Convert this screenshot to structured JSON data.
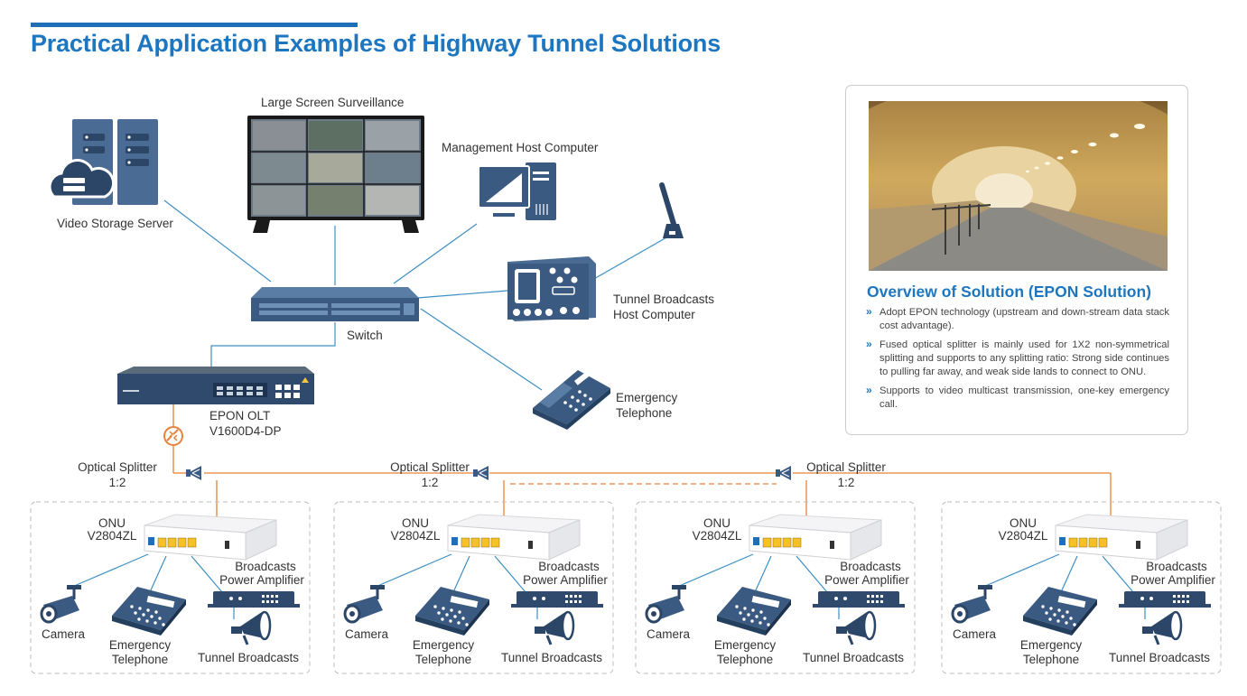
{
  "page": {
    "title": "Practical Application Examples of Highway Tunnel Solutions"
  },
  "devices": {
    "video_storage_server": "Video Storage Server",
    "large_screen": "Large Screen Surveillance",
    "management_host": "Management Host Computer",
    "switch": "Switch",
    "tunnel_broadcasts_host": [
      "Tunnel Broadcasts",
      "Host Computer"
    ],
    "emergency_telephone": [
      "Emergency",
      "Telephone"
    ],
    "olt": [
      "EPON OLT",
      "V1600D4-DP"
    ]
  },
  "splitters": [
    {
      "label": "Optical Splitter",
      "ratio": "1:2"
    },
    {
      "label": "Optical Splitter",
      "ratio": "1:2"
    },
    {
      "label": "Optical Splitter",
      "ratio": "1:2"
    }
  ],
  "onu_groups": [
    {
      "onu": [
        "ONU",
        "V2804ZL"
      ],
      "amp": [
        "Broadcasts",
        "Power Amplifier"
      ],
      "camera": "Camera",
      "phone": [
        "Emergency",
        "Telephone"
      ],
      "speaker": "Tunnel Broadcasts"
    },
    {
      "onu": [
        "ONU",
        "V2804ZL"
      ],
      "amp": [
        "Broadcasts",
        "Power Amplifier"
      ],
      "camera": "Camera",
      "phone": [
        "Emergency",
        "Telephone"
      ],
      "speaker": "Tunnel Broadcasts"
    },
    {
      "onu": [
        "ONU",
        "V2804ZL"
      ],
      "amp": [
        "Broadcasts",
        "Power Amplifier"
      ],
      "camera": "Camera",
      "phone": [
        "Emergency",
        "Telephone"
      ],
      "speaker": "Tunnel Broadcasts"
    },
    {
      "onu": [
        "ONU",
        "V2804ZL"
      ],
      "amp": [
        "Broadcasts",
        "Power Amplifier"
      ],
      "camera": "Camera",
      "phone": [
        "Emergency",
        "Telephone"
      ],
      "speaker": "Tunnel Broadcasts"
    }
  ],
  "overview": {
    "title": "Overview of Solution (EPON Solution)",
    "bullets": [
      "Adopt EPON technology (upstream and down-stream data stack cost advantage).",
      "Fused optical splitter is mainly used for 1X2 non-symmetrical splitting and supports to any splitting ratio: Strong side continues to pulling far away, and weak side lands to connect to ONU.",
      "Supports to video multicast transmission, one-key emergency call."
    ]
  },
  "colors": {
    "accent": "#1d76c0",
    "fiber": "#e8823a",
    "ethernet": "#3d8fc4",
    "device": "#3a5a82"
  }
}
